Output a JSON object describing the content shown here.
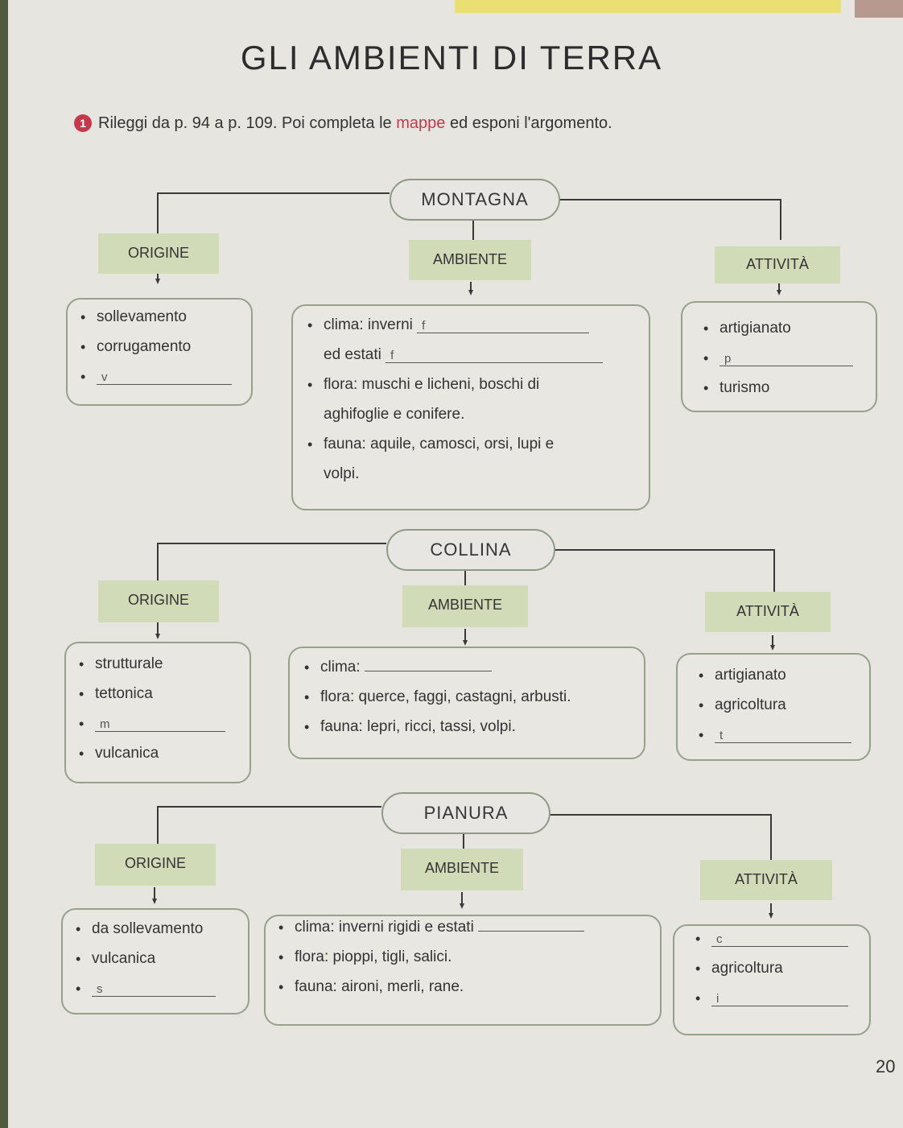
{
  "title": "GLI AMBIENTI DI TERRA",
  "instruction": {
    "number": "1",
    "text_before": "Rileggi da p. 94 a p. 109.  Poi completa le ",
    "highlight": "mappe",
    "text_after": " ed esponi l'argomento."
  },
  "maps": {
    "montagna": {
      "topic": "MONTAGNA",
      "origine": {
        "label": "ORIGINE",
        "items": [
          "sollevamento",
          "corrugamento"
        ],
        "blank_hint": "v"
      },
      "ambiente": {
        "label": "AMBIENTE",
        "clima_1": "clima: inverni",
        "clima_hint_1": "f",
        "clima_2": "ed estati",
        "clima_hint_2": "f",
        "flora_1": "flora: muschi e licheni, boschi di",
        "flora_2": "aghifoglie e conifere.",
        "fauna_1": "fauna: aquile, camosci, orsi, lupi e",
        "fauna_2": "volpi."
      },
      "attivita": {
        "label": "ATTIVITÀ",
        "item_1": "artigianato",
        "blank_hint": "p",
        "item_3": "turismo"
      }
    },
    "collina": {
      "topic": "COLLINA",
      "origine": {
        "label": "ORIGINE",
        "item_1": "strutturale",
        "item_2": "tettonica",
        "blank_hint": "m",
        "item_4": "vulcanica"
      },
      "ambiente": {
        "label": "AMBIENTE",
        "clima": "clima:",
        "flora": "flora: querce, faggi, castagni, arbusti.",
        "fauna": "fauna: lepri, ricci, tassi, volpi."
      },
      "attivita": {
        "label": "ATTIVITÀ",
        "item_1": "artigianato",
        "item_2": "agricoltura",
        "blank_hint": "t"
      }
    },
    "pianura": {
      "topic": "PIANURA",
      "origine": {
        "label": "ORIGINE",
        "item_1": "da sollevamento",
        "item_2": "vulcanica",
        "blank_hint": "s"
      },
      "ambiente": {
        "label": "AMBIENTE",
        "clima": "clima: inverni rigidi e estati",
        "flora": "flora: pioppi, tigli, salici.",
        "fauna": "fauna: aironi, merli, rane."
      },
      "attivita": {
        "label": "ATTIVITÀ",
        "blank_hint_1": "c",
        "item_2": "agricoltura",
        "blank_hint_3": "i"
      }
    }
  },
  "page_number": "20",
  "colors": {
    "accent": "#c5384d",
    "category_bg": "#d2dbb7",
    "box_border": "#96a18d",
    "page_bg": "#e6e5e0"
  }
}
